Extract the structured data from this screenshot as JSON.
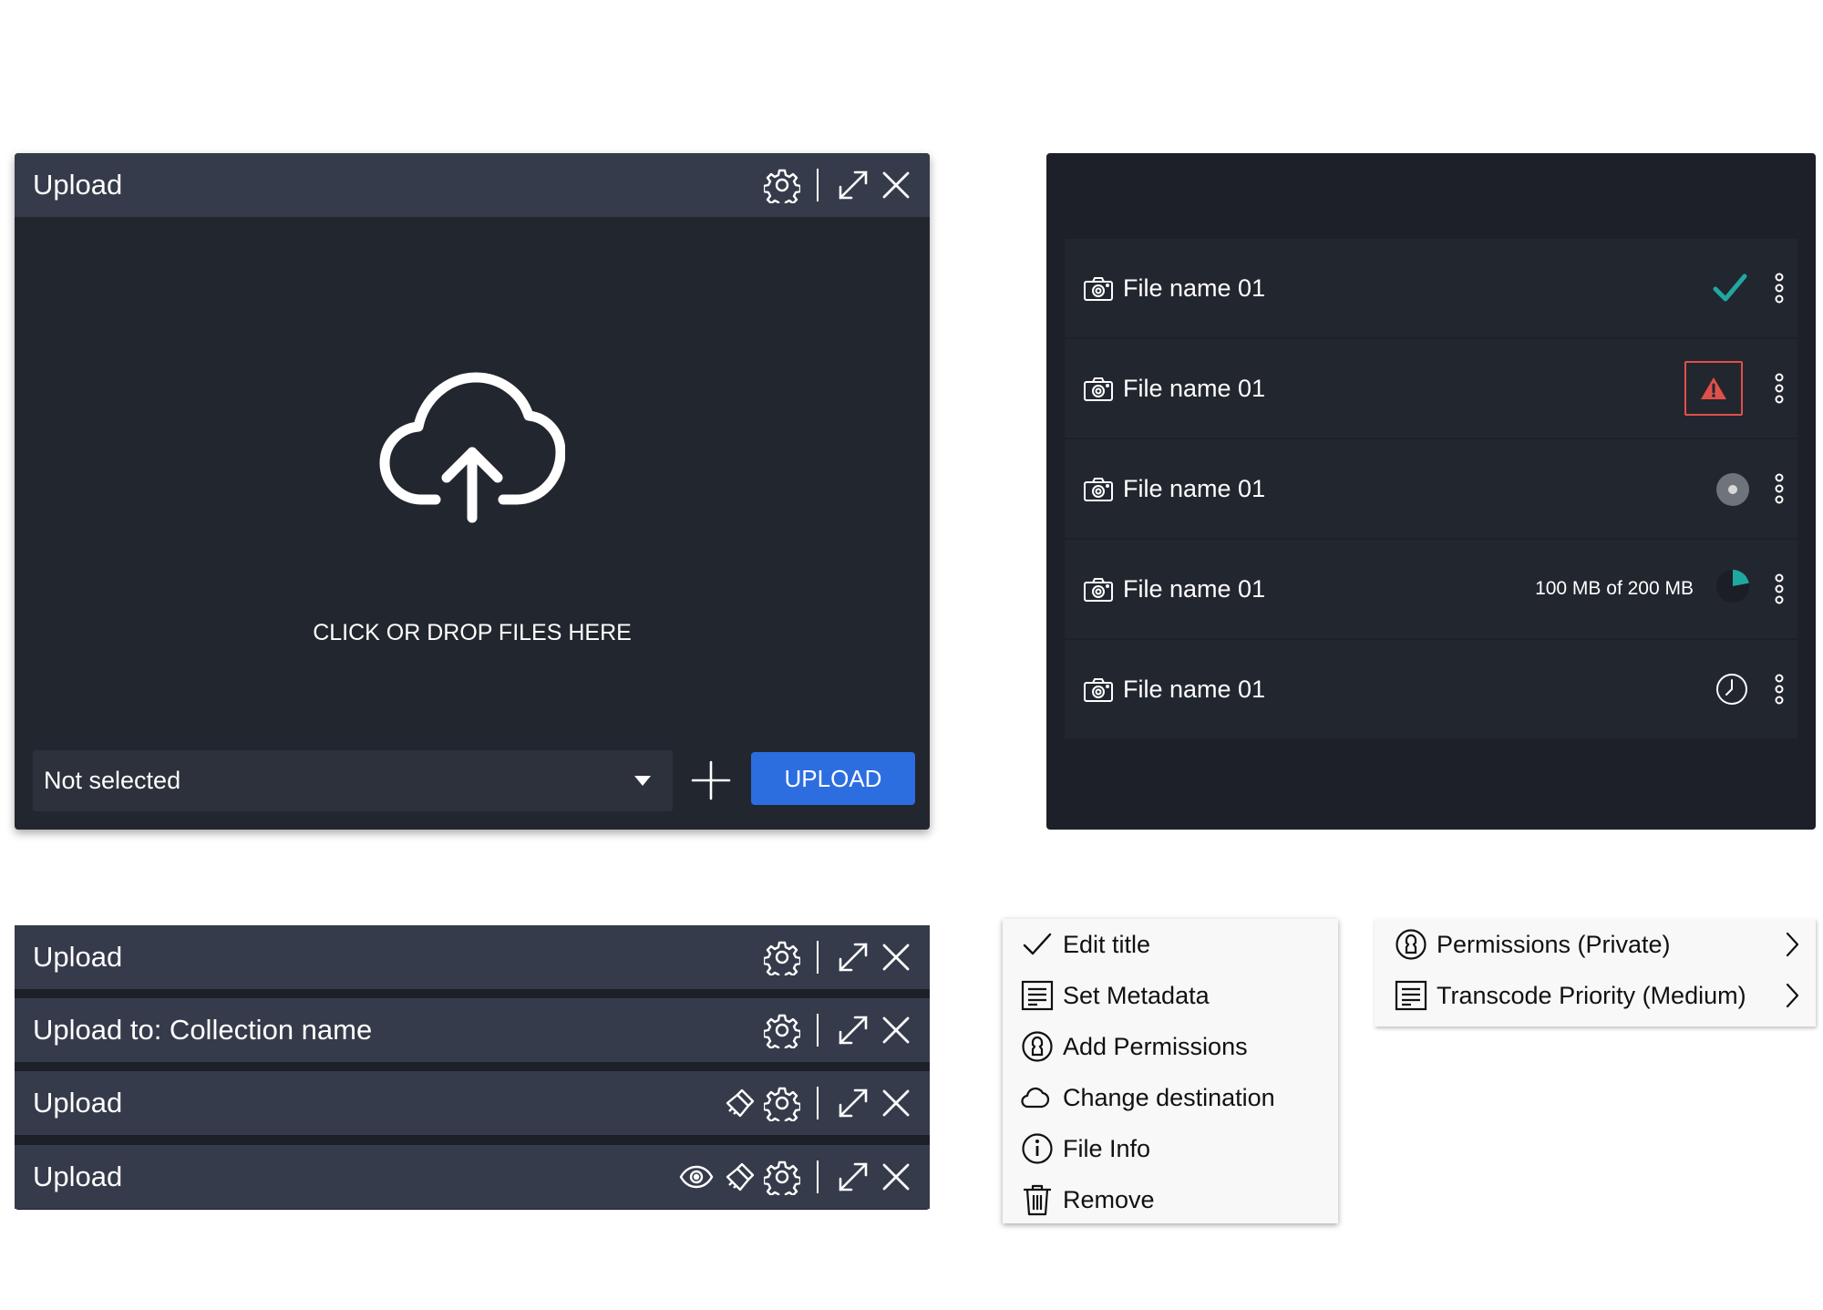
{
  "upload_dialog": {
    "title": "Upload",
    "drop_text": "CLICK OR DROP FILES HERE",
    "select_value": "Not selected",
    "upload_button": "UPLOAD",
    "icons": [
      "gear-icon",
      "expand-icon",
      "close-icon",
      "cloud-upload-icon",
      "chevron-down-icon",
      "plus-icon"
    ]
  },
  "file_list": {
    "rows": [
      {
        "name": "File name 01",
        "status": "complete",
        "status_color": "#1fa8a0"
      },
      {
        "name": "File name 01",
        "status": "error",
        "status_color": "#e0504a"
      },
      {
        "name": "File name 01",
        "status": "queued"
      },
      {
        "name": "File name 01",
        "status": "uploading",
        "progress_text": "100 MB of 200 MB",
        "progress": 0.5
      },
      {
        "name": "File name 01",
        "status": "pending"
      }
    ]
  },
  "title_bars": [
    {
      "title": "Upload",
      "icons": [
        "gear-icon",
        "expand-icon",
        "close-icon"
      ]
    },
    {
      "title": "Upload to: Collection  name",
      "icons": [
        "gear-icon",
        "expand-icon",
        "close-icon"
      ]
    },
    {
      "title": "Upload",
      "icons": [
        "brush-icon",
        "gear-icon",
        "expand-icon",
        "close-icon"
      ]
    },
    {
      "title": "Upload",
      "icons": [
        "eye-icon",
        "brush-icon",
        "gear-icon",
        "expand-icon",
        "close-icon"
      ]
    }
  ],
  "context_menu": {
    "items": [
      {
        "label": "Edit title",
        "icon": "check-icon"
      },
      {
        "label": "Set Metadata",
        "icon": "metadata-icon"
      },
      {
        "label": "Add Permissions",
        "icon": "lock-icon"
      },
      {
        "label": "Change destination",
        "icon": "cloud-icon"
      },
      {
        "label": "File Info",
        "icon": "info-icon"
      },
      {
        "label": "Remove",
        "icon": "trash-icon"
      }
    ]
  },
  "submenu": {
    "items": [
      {
        "label": "Permissions (Private)",
        "icon": "lock-icon"
      },
      {
        "label": "Transcode Priority (Medium)",
        "icon": "list-icon"
      }
    ]
  },
  "colors": {
    "panel_bg": "#22262f",
    "titlebar_bg": "#353b4a",
    "accent_blue": "#2c6ee0",
    "success_teal": "#1fa8a0",
    "error_red": "#e0504a"
  }
}
